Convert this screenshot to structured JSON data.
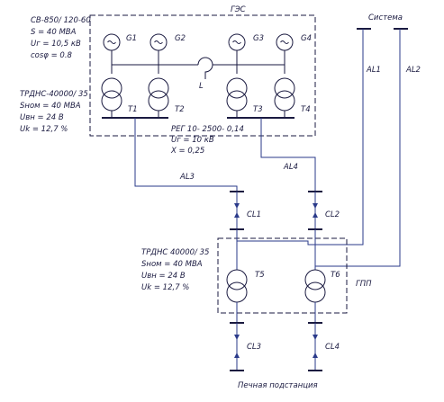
{
  "title": "ГЭС",
  "system": "Система",
  "generator_specs": [
    "СВ-850/ 120-60",
    "S = 40 МВА",
    "Uг = 10,5 кВ",
    "cosφ = 0.8"
  ],
  "transformer_specs": [
    "ТРДНС-40000/ 35",
    "Sном = 40 МВА",
    "Uвн = 24 В",
    "Uk = 12,7 %"
  ],
  "reactor_specs": [
    "РЕГ 10- 2500- 0,14",
    "Uг = 10 кВ",
    "X = 0,25"
  ],
  "substation_transformer_specs": [
    "ТРДНС 40000/ 35",
    "Sном = 40 МВА",
    "Uвн = 24 В",
    "Uk = 12,7 %"
  ],
  "generators": [
    "G1",
    "G2",
    "G3",
    "G4"
  ],
  "transformers": [
    "T1",
    "T2",
    "T3",
    "T4"
  ],
  "reactor": "L",
  "lines": [
    "AL1",
    "AL2",
    "AL3",
    "AL4"
  ],
  "breakers": [
    "CL1",
    "CL2",
    "CL3",
    "CL4"
  ],
  "substation_transformers": [
    "T5",
    "T6"
  ],
  "gpp": "ГПП",
  "furnace_substation": "Печная подстанция"
}
